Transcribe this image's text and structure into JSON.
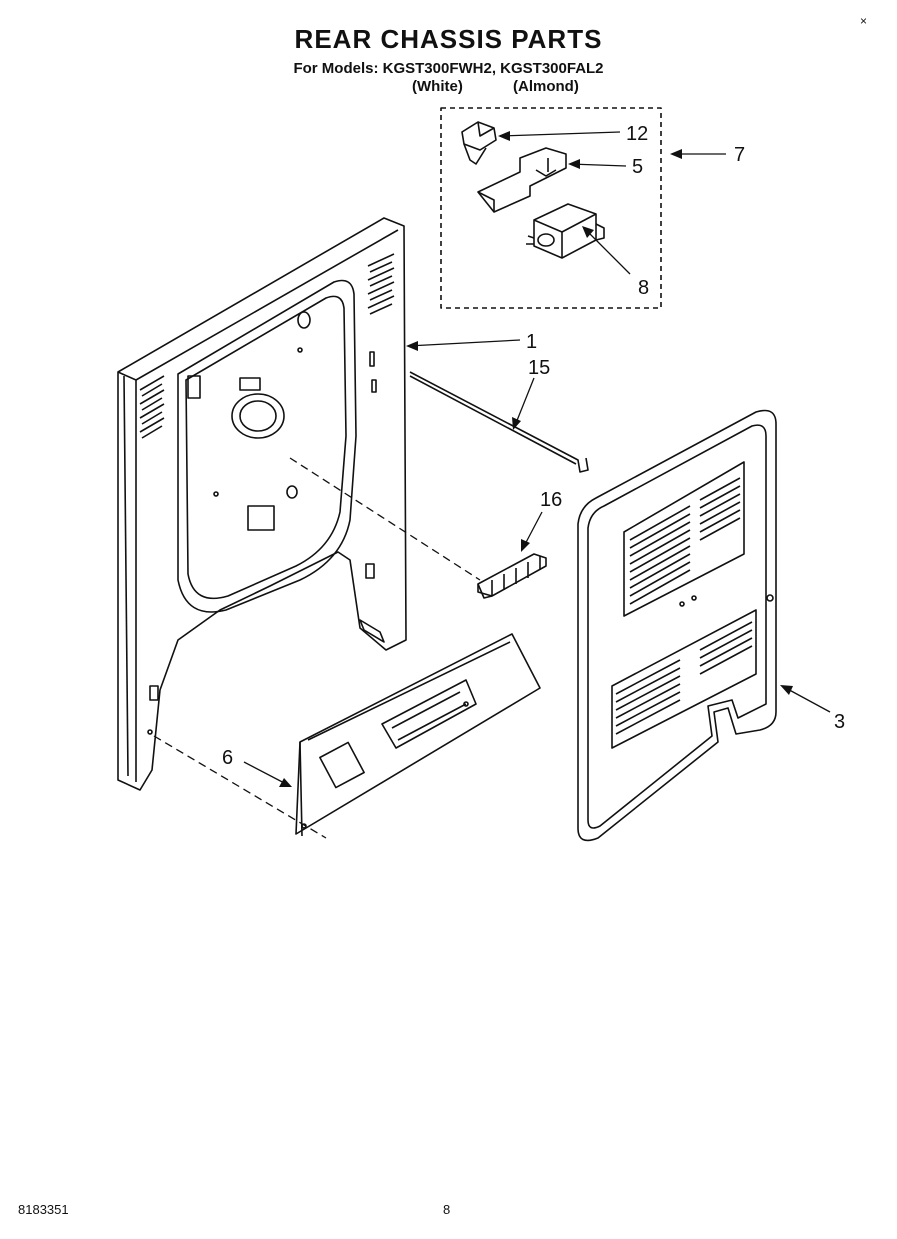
{
  "header": {
    "title": "REAR CHASSIS PARTS",
    "models_line": "For Models: KGST300FWH2, KGST300FAL2",
    "color_white": "(White)",
    "color_almond": "(Almond)"
  },
  "callouts": {
    "c1": "1",
    "c3": "3",
    "c5": "5",
    "c6": "6",
    "c7": "7",
    "c8": "8",
    "c12": "12",
    "c15": "15",
    "c16": "16"
  },
  "footer": {
    "doc_id": "8183351",
    "page": "8"
  },
  "corner_mark": "×"
}
